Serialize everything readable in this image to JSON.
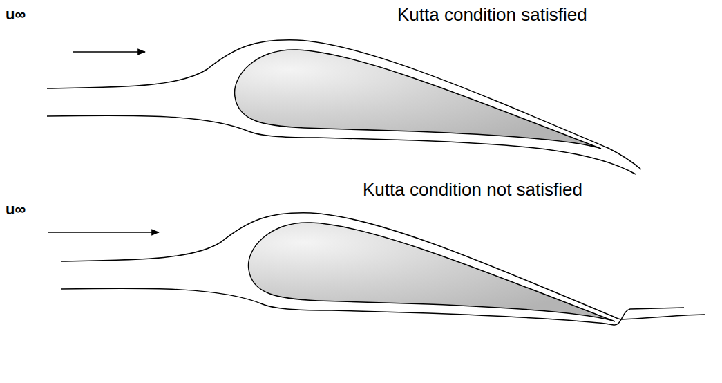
{
  "diagram": {
    "labels": [
      "u∞",
      "Kutta condition satisfied",
      "u∞",
      "Kutta condition not satisfied"
    ]
  }
}
